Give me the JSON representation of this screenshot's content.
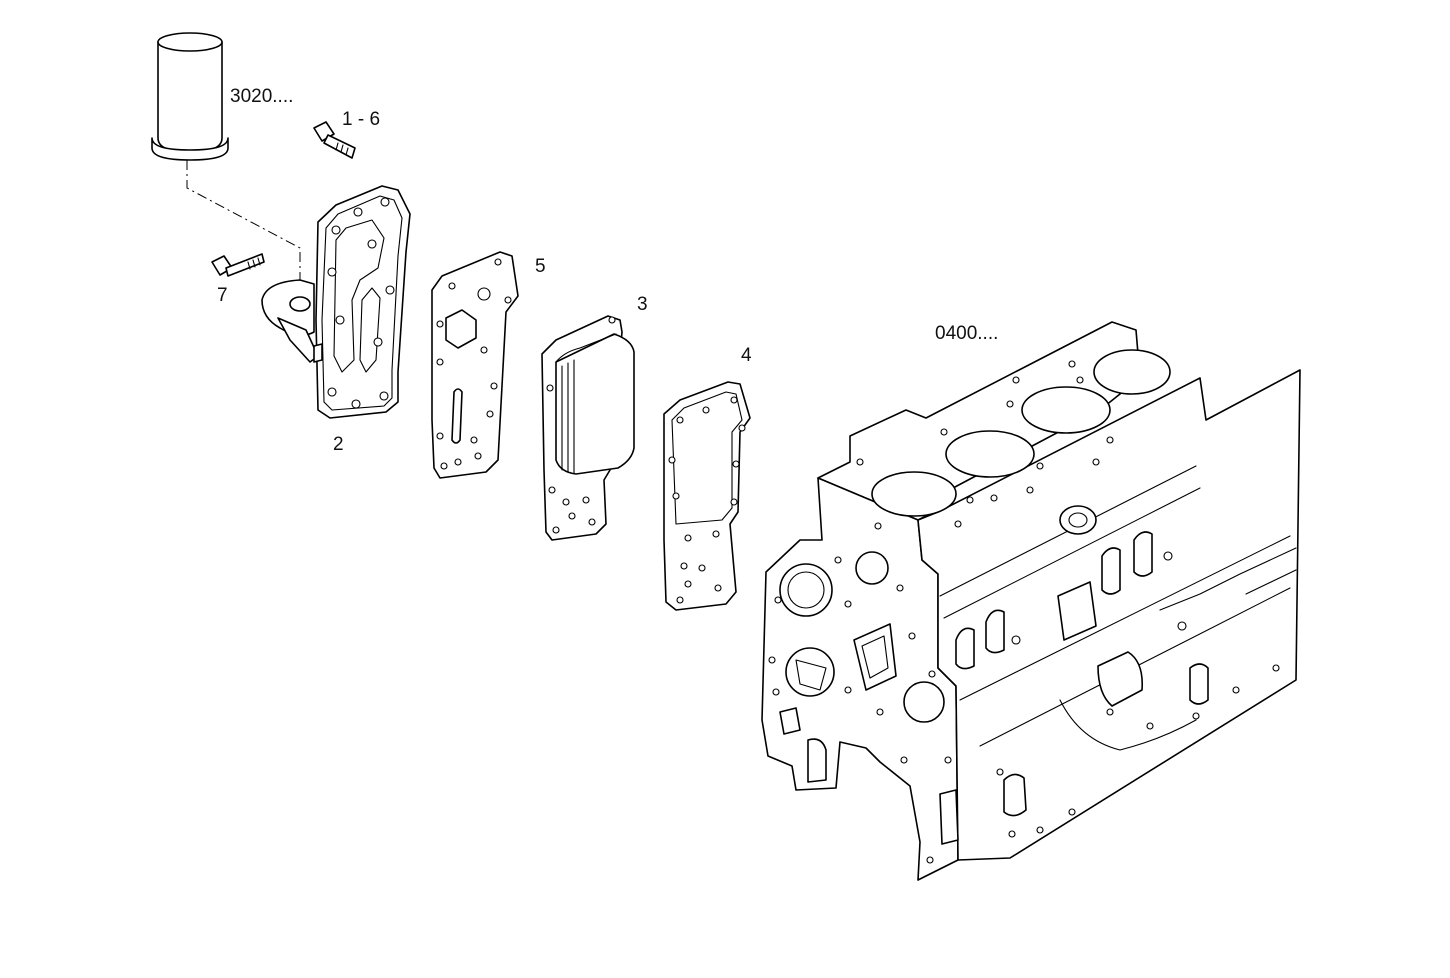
{
  "labels": {
    "filter_ref": "3020....",
    "bolt_1_6": "1 - 6",
    "bolt_7": "7",
    "part_2": "2",
    "part_5": "5",
    "part_3": "3",
    "part_4": "4",
    "block_ref": "0400...."
  },
  "colors": {
    "line": "#000000",
    "background": "#ffffff"
  }
}
